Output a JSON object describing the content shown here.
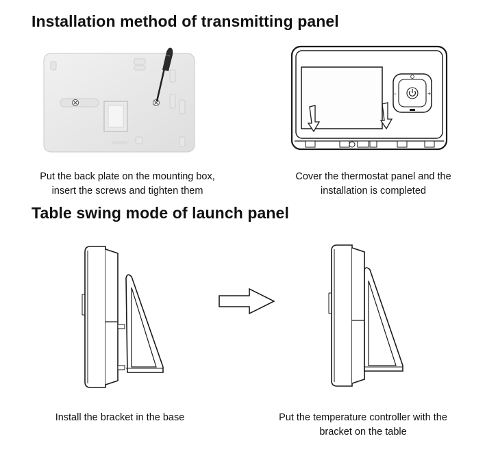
{
  "section1": {
    "heading": "Installation method of transmitting panel",
    "step1_caption_line1": "Put the back plate on the mounting box,",
    "step1_caption_line2": "insert the screws and tighten them",
    "step2_caption_line1": "Cover the thermostat panel and the",
    "step2_caption_line2": "installation is completed"
  },
  "section2": {
    "heading": "Table swing mode of launch panel",
    "step1_caption": "Install the bracket in the base",
    "step2_caption_line1": "Put the temperature controller with the",
    "step2_caption_line2": "bracket on the table"
  },
  "device_buttons": {
    "minus": "-",
    "plus": "+"
  },
  "icons": [
    "screwdriver-icon",
    "power-icon",
    "clock-icon",
    "arrow-right-icon"
  ]
}
